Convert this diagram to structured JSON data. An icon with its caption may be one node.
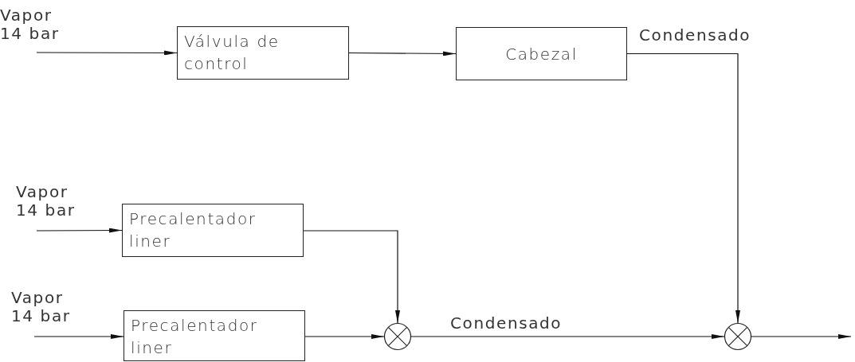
{
  "diagram": {
    "nodes": [
      {
        "text": [
          "Vapor 14 bar"
        ]
      },
      {
        "text": [
          "Válvula de control"
        ]
      },
      {
        "text": [
          "Cabezal"
        ]
      },
      {
        "text": [
          "Vapor 14 bar"
        ]
      },
      {
        "text": [
          "Precalentador liner"
        ]
      },
      {
        "text": [
          "Vapor 14 bar"
        ]
      },
      {
        "text": [
          "Precalentador liner"
        ]
      },
      {
        "text": [],
        "shape": "circle"
      },
      {
        "text": [],
        "shape": "circle"
      }
    ],
    "edges": [
      {
        "from": 0,
        "to": 1,
        "arrow": "to"
      },
      {
        "from": 1,
        "to": 2,
        "arrow": "to"
      },
      {
        "from": 2,
        "to": 8,
        "arrow": "to",
        "label": "Condensado"
      },
      {
        "from": 3,
        "to": 4,
        "arrow": "to"
      },
      {
        "from": 4,
        "to": 7,
        "arrow": "to"
      },
      {
        "from": 5,
        "to": 6,
        "arrow": "to"
      },
      {
        "from": 6,
        "to": 7,
        "arrow": "to"
      },
      {
        "from": 7,
        "to": 8,
        "arrow": "to",
        "label": "Condensado"
      },
      {
        "from": 8,
        "to": null,
        "arrow": "to"
      }
    ]
  }
}
